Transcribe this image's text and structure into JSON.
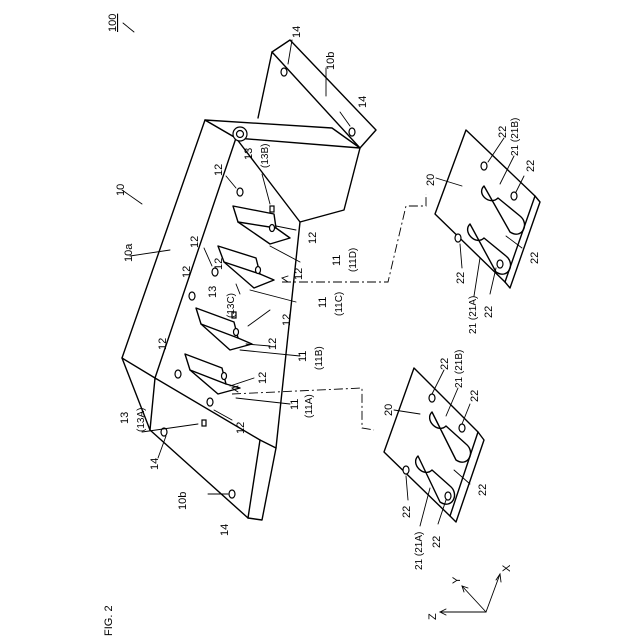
{
  "figure": {
    "number": "FIG. 2",
    "assembly_ref": "100"
  },
  "axes": {
    "x": "X",
    "y": "Y",
    "z": "Z"
  },
  "bracket": {
    "ref": "10",
    "face_ref": "10a",
    "flange_ref": "10b",
    "hole_ref": "12",
    "mount_hole_ref": "14",
    "tabs": [
      {
        "ref": "11",
        "sub": "(11A)"
      },
      {
        "ref": "11",
        "sub": "(11B)"
      },
      {
        "ref": "11",
        "sub": "(11C)"
      },
      {
        "ref": "11",
        "sub": "(11D)"
      }
    ],
    "pins": [
      {
        "ref": "13",
        "sub": "(13A)"
      },
      {
        "ref": "13",
        "sub": "(13B)"
      },
      {
        "ref": "13",
        "sub": "(13C)"
      }
    ]
  },
  "plates": {
    "ref": "20",
    "slot_ref_a": "21 (21A)",
    "slot_ref_b": "21 (21B)",
    "hole_ref": "22"
  }
}
